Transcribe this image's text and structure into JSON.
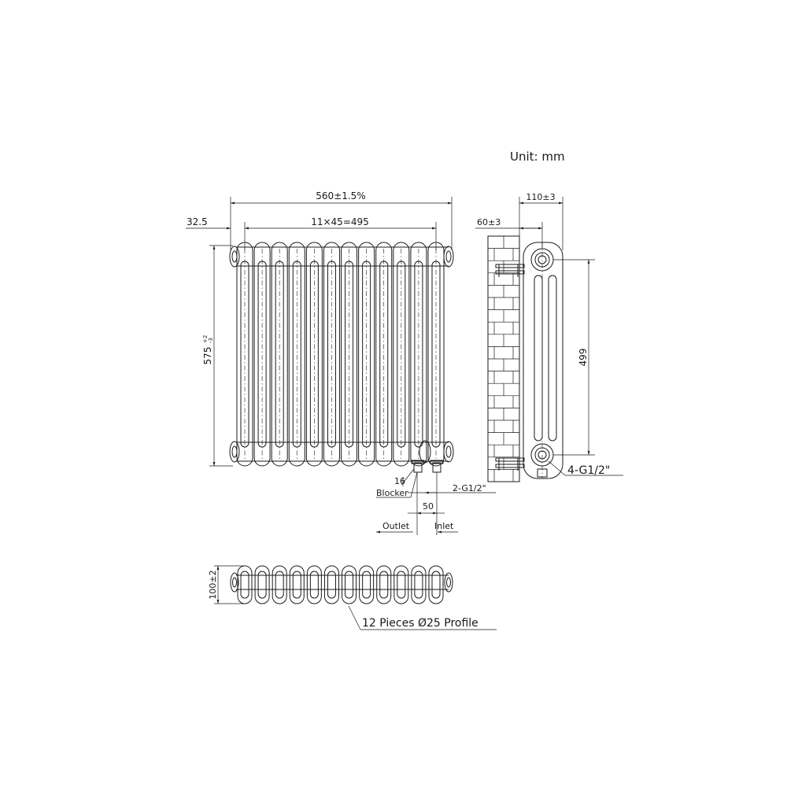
{
  "unit_label": "Unit: mm",
  "front_view": {
    "overall_width": "560±1.5%",
    "column_pitch": "11×45=495",
    "end_offset": "32.5",
    "height_main": "575",
    "height_tol_upper": "+2",
    "height_tol_lower": "-3",
    "column_count": 12,
    "blocker_size": "16",
    "blocker_label": "Blocker",
    "inlet_thread": "2-G1/2\"",
    "inlet_spacing": "50",
    "outlet_label": "Outlet",
    "inlet_label": "Inlet"
  },
  "side_view": {
    "depth": "110±3",
    "wall_offset": "60±3",
    "port_centres": "499",
    "ports_thread": "4-G1/2\""
  },
  "top_view": {
    "depth": "100±2",
    "profile_note": "12 Pieces Ø25 Profile"
  }
}
